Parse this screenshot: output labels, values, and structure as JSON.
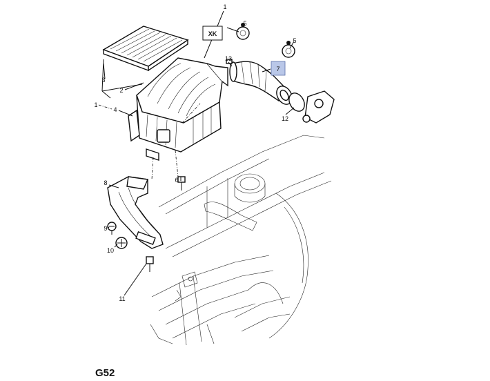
{
  "callouts": {
    "c1_top": "1",
    "c1_left": "1",
    "c2": "2",
    "c3": "3",
    "c4": "4",
    "c5a": "5",
    "c5b": "5",
    "c6": "6",
    "c7": "7",
    "c8": "8",
    "c9": "9",
    "c10": "10",
    "c11": "11",
    "c12": "12",
    "c13": "13"
  },
  "badge_xk": "XK",
  "page_code": "G52",
  "colors": {
    "line": "#111111",
    "highlight": "#b9c7e8"
  }
}
